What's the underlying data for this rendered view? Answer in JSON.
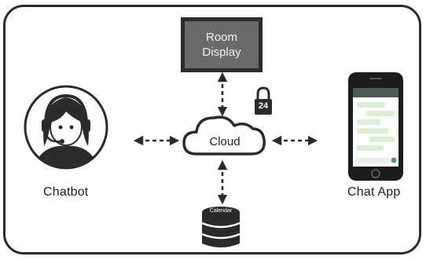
{
  "nodes": {
    "room_display": {
      "line1": "Room",
      "line2": "Display"
    },
    "cloud": {
      "label": "Cloud"
    },
    "chatbot": {
      "label": "Chatbot"
    },
    "chat_app": {
      "label": "Chat App"
    },
    "calendar": {
      "label": "Calendar"
    },
    "lock": {
      "label": "24"
    }
  },
  "colors": {
    "outline": "#2b2b2b",
    "screen": "#6a6a6a",
    "chat_bubble": "#dcefd4"
  }
}
